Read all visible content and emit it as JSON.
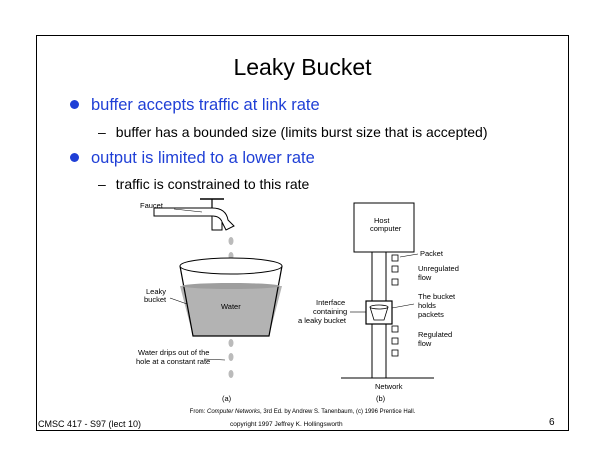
{
  "slide": {
    "title": "Leaky Bucket",
    "bullets": [
      {
        "text": "buffer accepts traffic at link rate",
        "sub": "buffer has a bounded size (limits burst size that is accepted)"
      },
      {
        "text": "output is limited to a lower rate",
        "sub": "traffic is constrained to this rate"
      }
    ],
    "sub_marker": "–",
    "colors": {
      "bullet": "#1f3fd6",
      "water": "#b3b3b3"
    }
  },
  "figure": {
    "left": {
      "faucet": "Faucet",
      "leaky_bucket": [
        "Leaky",
        "bucket"
      ],
      "water": "Water",
      "drips": [
        "Water drips out of the",
        "hole at a constant rate"
      ],
      "caption": "(a)"
    },
    "right": {
      "host": [
        "Host",
        "computer"
      ],
      "packet": "Packet",
      "unregulated": [
        "Unregulated",
        "flow"
      ],
      "interface": [
        "Interface",
        "containing",
        "a leaky bucket"
      ],
      "bucket_holds": [
        "The bucket",
        "holds",
        "packets"
      ],
      "regulated": [
        "Regulated",
        "flow"
      ],
      "network": "Network",
      "caption": "(b)"
    }
  },
  "credit": {
    "prefix": "From:",
    "book": "Computer Networks",
    "rest": ", 3rd Ed. by Andrew S. Tanenbaum, (c) 1996 Prentice Hall."
  },
  "footer": {
    "course": "CMSC 417 - S97  (lect 10)",
    "copyright": "copyright 1997  Jeffrey K. Hollingsworth",
    "page": "6"
  }
}
